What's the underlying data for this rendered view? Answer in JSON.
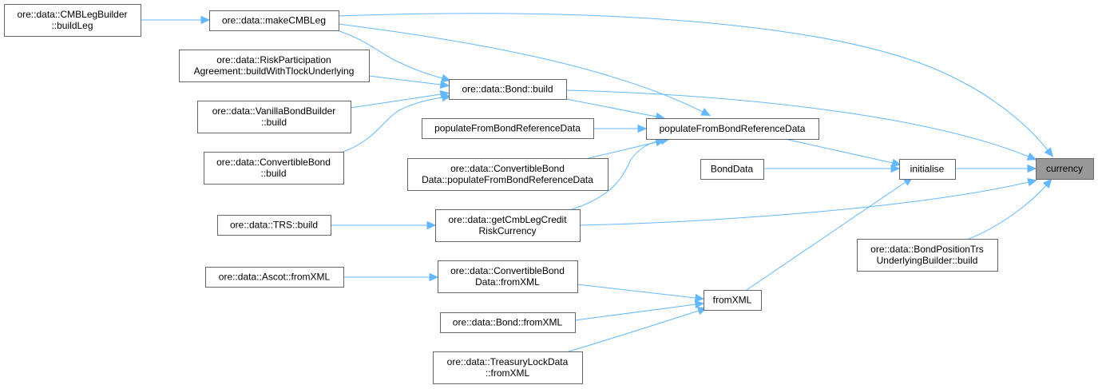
{
  "diagram": {
    "type": "caller-graph",
    "focus_node": "currency",
    "colors": {
      "edge": "#63b8ff",
      "node_border": "#666666",
      "node_fill": "#ffffff",
      "focus_fill": "#999999"
    },
    "nodes": [
      {
        "id": "cmblegbuilder",
        "lines": [
          "ore::data::CMBLegBuilder",
          "::buildLeg"
        ]
      },
      {
        "id": "makecmbleg",
        "lines": [
          "ore::data::makeCMBLeg"
        ]
      },
      {
        "id": "riskparticipation",
        "lines": [
          "ore::data::RiskParticipation",
          "Agreement::buildWithTlockUnderlying"
        ]
      },
      {
        "id": "vanillabondbuilder",
        "lines": [
          "ore::data::VanillaBondBuilder",
          "::build"
        ]
      },
      {
        "id": "convertiblebond-build",
        "lines": [
          "ore::data::ConvertibleBond",
          "::build"
        ]
      },
      {
        "id": "bond-build",
        "lines": [
          "ore::data::Bond::build"
        ]
      },
      {
        "id": "populate-left",
        "lines": [
          "populateFromBondReferenceData"
        ]
      },
      {
        "id": "convbonddata-populate",
        "lines": [
          "ore::data::ConvertibleBond",
          "Data::populateFromBondReferenceData"
        ]
      },
      {
        "id": "populate-center",
        "lines": [
          "populateFromBondReferenceData"
        ]
      },
      {
        "id": "bonddata",
        "lines": [
          "BondData"
        ]
      },
      {
        "id": "initialise",
        "lines": [
          "initialise"
        ]
      },
      {
        "id": "currency",
        "lines": [
          "currency"
        ]
      },
      {
        "id": "trs-build",
        "lines": [
          "ore::data::TRS::build"
        ]
      },
      {
        "id": "getcmblegcredit",
        "lines": [
          "ore::data::getCmbLegCredit",
          "RiskCurrency"
        ]
      },
      {
        "id": "bondpositiontrs",
        "lines": [
          "ore::data::BondPositionTrs",
          "UnderlyingBuilder::build"
        ]
      },
      {
        "id": "ascot-fromxml",
        "lines": [
          "ore::data::Ascot::fromXML"
        ]
      },
      {
        "id": "convbonddata-fromxml",
        "lines": [
          "ore::data::ConvertibleBond",
          "Data::fromXML"
        ]
      },
      {
        "id": "fromxml",
        "lines": [
          "fromXML"
        ]
      },
      {
        "id": "bond-fromxml",
        "lines": [
          "ore::data::Bond::fromXML"
        ]
      },
      {
        "id": "treasurylock-fromxml",
        "lines": [
          "ore::data::TreasuryLockData",
          "::fromXML"
        ]
      }
    ],
    "edges": [
      {
        "from": "cmblegbuilder",
        "to": "makecmbleg"
      },
      {
        "from": "makecmbleg",
        "to": "currency"
      },
      {
        "from": "makecmbleg",
        "to": "populate-center"
      },
      {
        "from": "makecmbleg",
        "to": "bond-build"
      },
      {
        "from": "riskparticipation",
        "to": "bond-build"
      },
      {
        "from": "vanillabondbuilder",
        "to": "bond-build"
      },
      {
        "from": "convertiblebond-build",
        "to": "bond-build"
      },
      {
        "from": "bond-build",
        "to": "currency"
      },
      {
        "from": "bond-build",
        "to": "populate-center"
      },
      {
        "from": "populate-left",
        "to": "populate-center"
      },
      {
        "from": "convbonddata-populate",
        "to": "populate-center"
      },
      {
        "from": "getcmblegcredit",
        "to": "populate-center"
      },
      {
        "from": "populate-center",
        "to": "initialise"
      },
      {
        "from": "bonddata",
        "to": "initialise"
      },
      {
        "from": "fromxml",
        "to": "initialise"
      },
      {
        "from": "initialise",
        "to": "currency"
      },
      {
        "from": "getcmblegcredit",
        "to": "currency"
      },
      {
        "from": "bondpositiontrs",
        "to": "currency"
      },
      {
        "from": "trs-build",
        "to": "getcmblegcredit"
      },
      {
        "from": "ascot-fromxml",
        "to": "convbonddata-fromxml"
      },
      {
        "from": "convbonddata-fromxml",
        "to": "fromxml"
      },
      {
        "from": "bond-fromxml",
        "to": "fromxml"
      },
      {
        "from": "treasurylock-fromxml",
        "to": "fromxml"
      }
    ]
  }
}
